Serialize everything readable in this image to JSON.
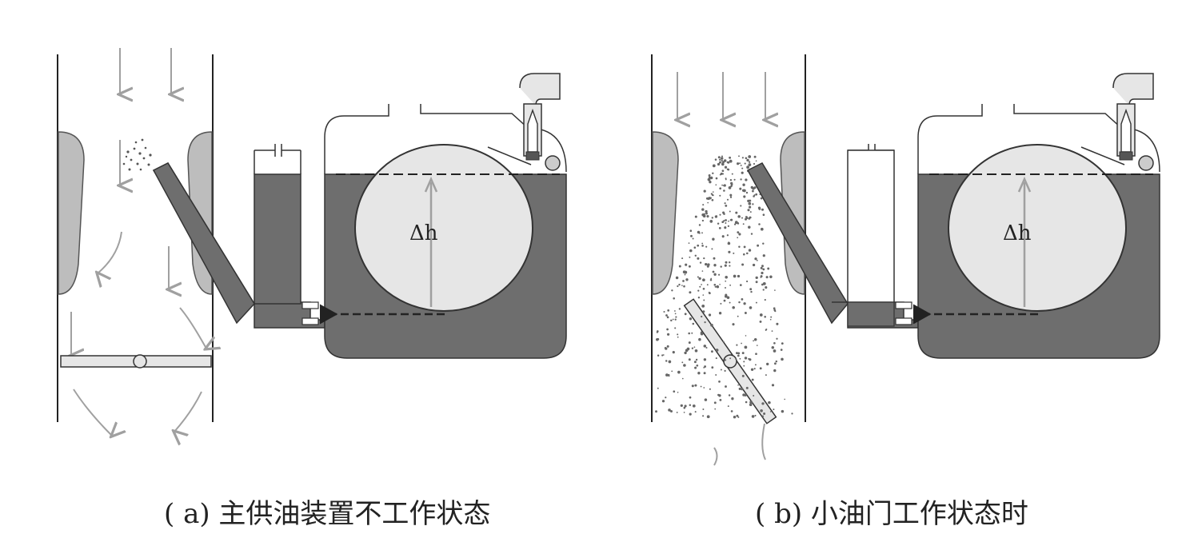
{
  "panel_a": {
    "caption": "( a) 主供油装置不工作状态",
    "height_label": "Δh"
  },
  "panel_b": {
    "caption": "( b) 小油门工作状态时",
    "height_label": "Δh"
  },
  "colors": {
    "fuel": "#6e6e6e",
    "float": "#e6e6e6",
    "arrow": "#a0a0a0",
    "wall": "#bdbdbd",
    "outline": "#222222"
  }
}
